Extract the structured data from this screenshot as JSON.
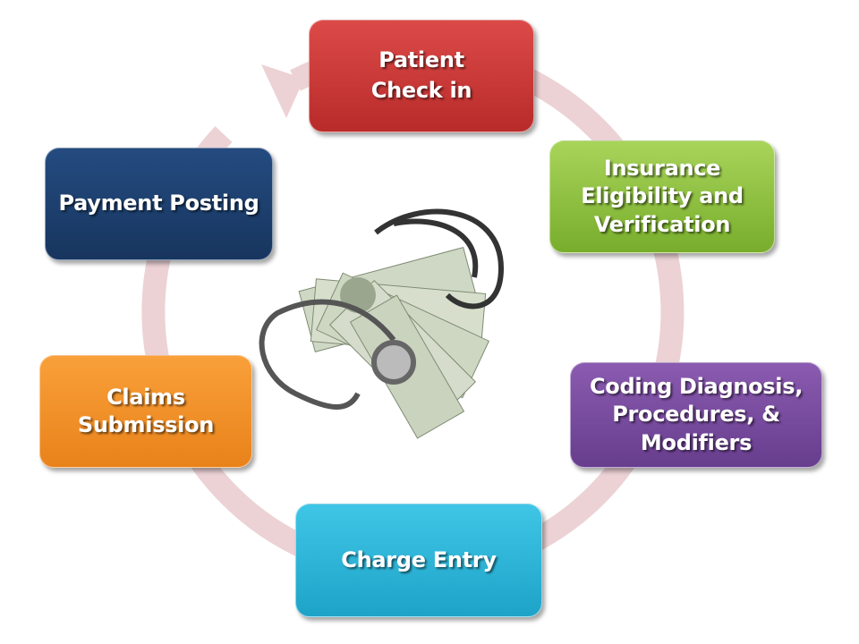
{
  "steps": [
    {
      "lines": [
        "Patient",
        "Check in"
      ],
      "color": "#c83634"
    },
    {
      "lines": [
        "Insurance",
        "Eligibility and",
        "Verification"
      ],
      "color": "#8dc13f"
    },
    {
      "lines": [
        "Coding Diagnosis,",
        "Procedures, &",
        "Modifiers"
      ],
      "color": "#774a9e"
    },
    {
      "lines": [
        "Charge Entry"
      ],
      "color": "#2eb4d8"
    },
    {
      "lines": [
        "Claims",
        "Submission"
      ],
      "color": "#f3912a"
    },
    {
      "lines": [
        "Payment Posting"
      ],
      "color": "#1d3f6e"
    }
  ],
  "center_image": "stethoscope-and-money",
  "cycle_color": "#ecccd0"
}
